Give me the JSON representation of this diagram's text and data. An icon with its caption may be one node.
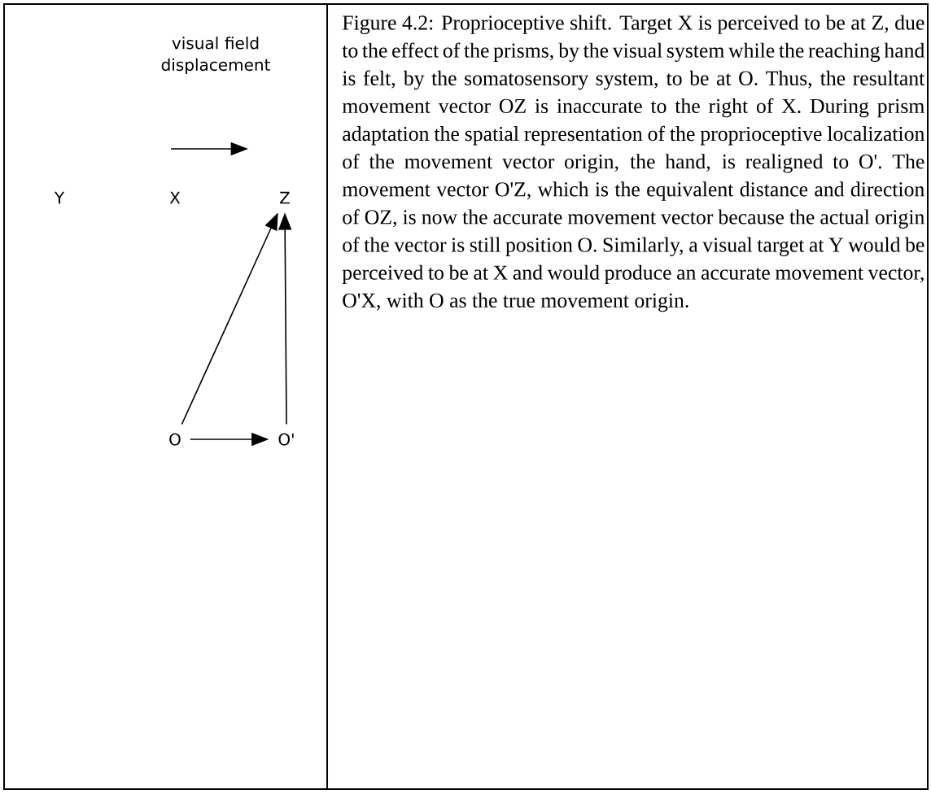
{
  "diagram": {
    "caption": "Figure 4.2: Proprioceptive shift. Target X is perceived to be at Z, due to the effect of the prisms, by the visual system while the reaching hand is felt, by the somatosensory system, to be at O. Thus, the resultant movement vector OZ is inaccurate to the right of X. During prism adaptation the spatial representation of the proprioceptive localization of the movement vector origin, the hand, is realigned to O'. The movement vector O'Z, which is the equivalent distance and direction of OZ,  is now the accurate movement vector because the actual origin of the vector is still position O. Similarly, a visual target at Y would be perceived to be at X and would produce an accurate movement vector, O'X, with O as the true movement origin.",
    "nodes": [
      {
        "text": [
          "Y"
        ]
      },
      {
        "text": [
          "X"
        ]
      },
      {
        "text": [
          "Z"
        ]
      },
      {
        "text": [
          "O"
        ]
      },
      {
        "text": [
          "O'"
        ]
      }
    ],
    "edges": [
      {
        "from": 3,
        "to": 2,
        "arrow": "to"
      },
      {
        "from": 4,
        "to": 2,
        "arrow": "to"
      },
      {
        "from": 3,
        "to": 4,
        "arrow": "to"
      }
    ],
    "labels": [
      "visual field displacement"
    ]
  }
}
